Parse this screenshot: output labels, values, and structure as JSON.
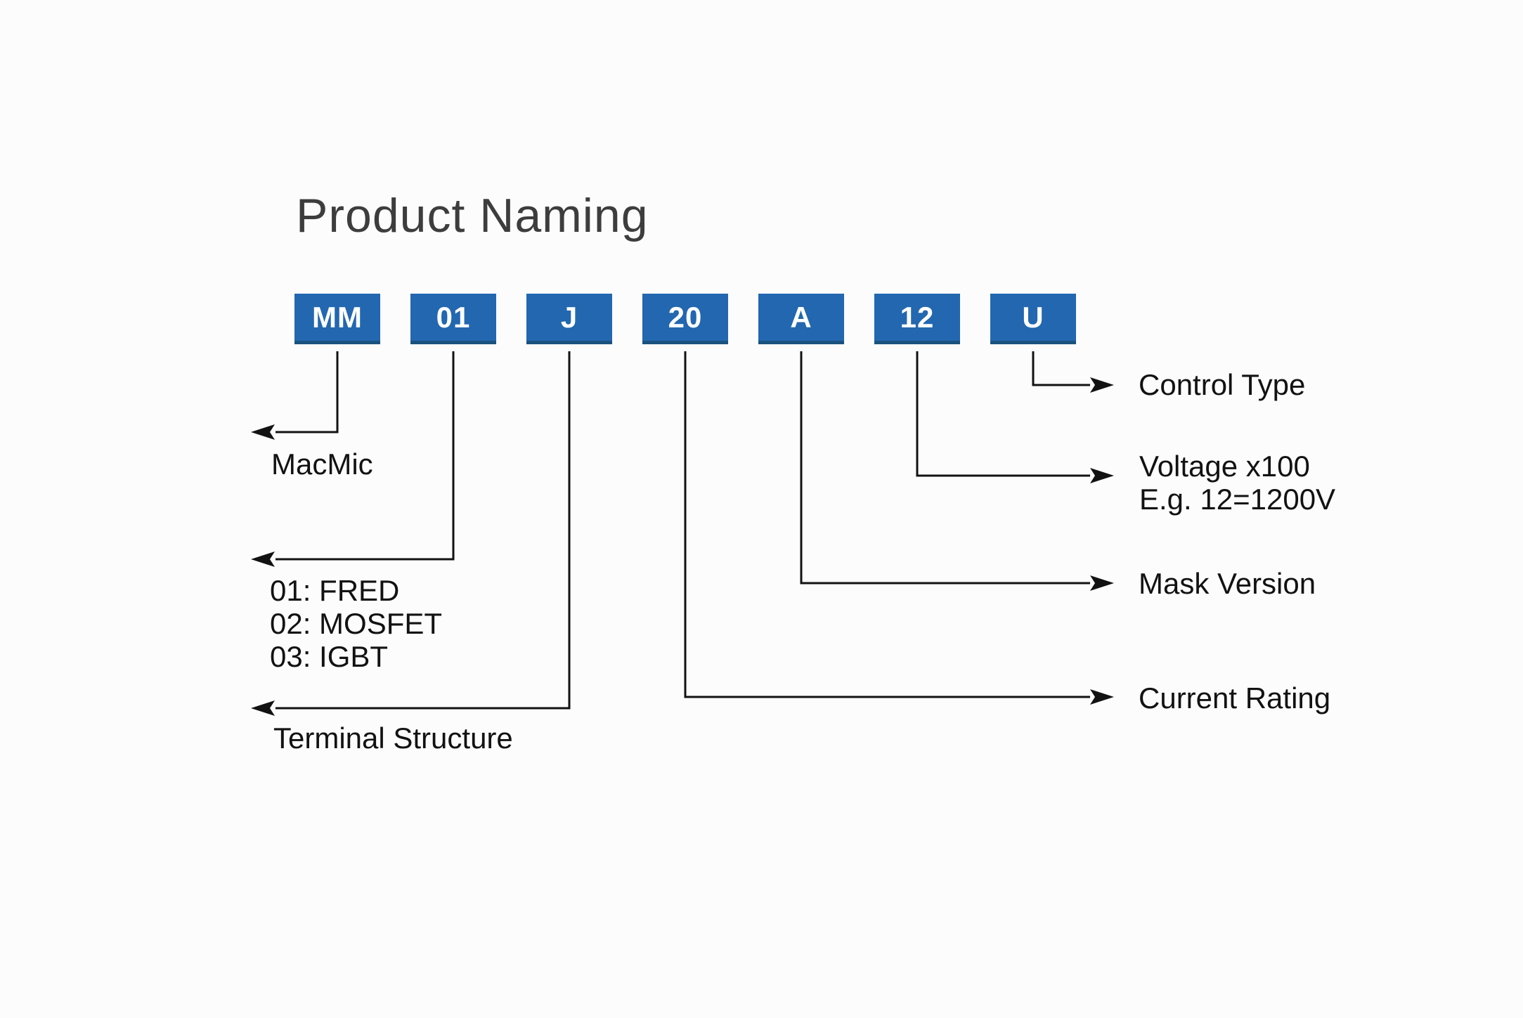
{
  "title": "Product Naming",
  "colors": {
    "background": "#fcfcfc",
    "box_blue": "#2267b0",
    "box_blue_dark_edge": "#1a527f",
    "text": "#121212",
    "title_text": "#3d3d3d",
    "box_text": "#ffffff"
  },
  "boxes": [
    "MM",
    "01",
    "J",
    "20",
    "A",
    "12",
    "U"
  ],
  "labels": {
    "macmic": "MacMic",
    "fred_lines": [
      "01: FRED",
      "02: MOSFET",
      "03: IGBT"
    ],
    "terminal": "Terminal Structure",
    "control_type": "Control Type",
    "voltage_line1": "Voltage x100",
    "voltage_line2": "E.g. 12=1200V",
    "mask_version": "Mask Version",
    "current_rating": "Current Rating"
  }
}
